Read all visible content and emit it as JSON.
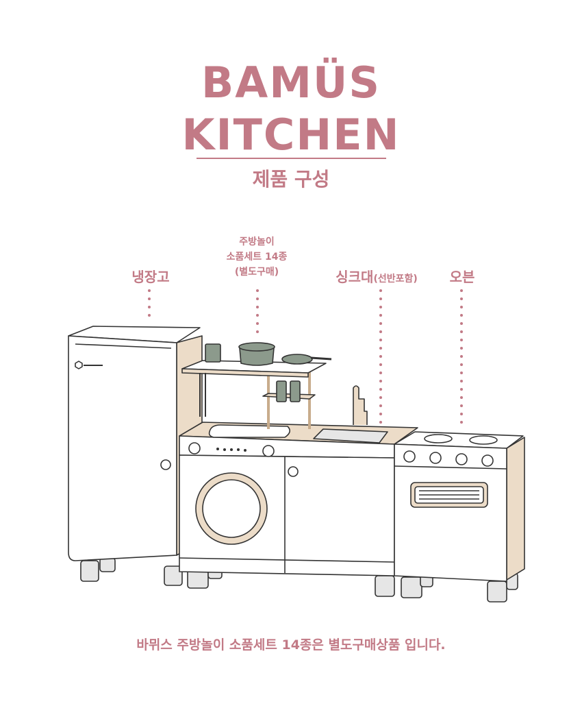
{
  "brand": {
    "line1": "BAMÜS",
    "line2": "KITCHEN"
  },
  "subtitle": "제품 구성",
  "labels": {
    "fridge": "냉장고",
    "set_line1": "주방놀이",
    "set_line2": "소품세트 14종",
    "set_line3": "(별도구매)",
    "sink_main": "싱크대",
    "sink_sub": "(선반포함)",
    "oven": "오븐"
  },
  "bottom_note": "바뮈스 주방놀이 소품세트 14종은 별도구매상품 입니다.",
  "colors": {
    "accent": "#c27a86",
    "wood": "#ecdcc8",
    "line": "#333333"
  }
}
